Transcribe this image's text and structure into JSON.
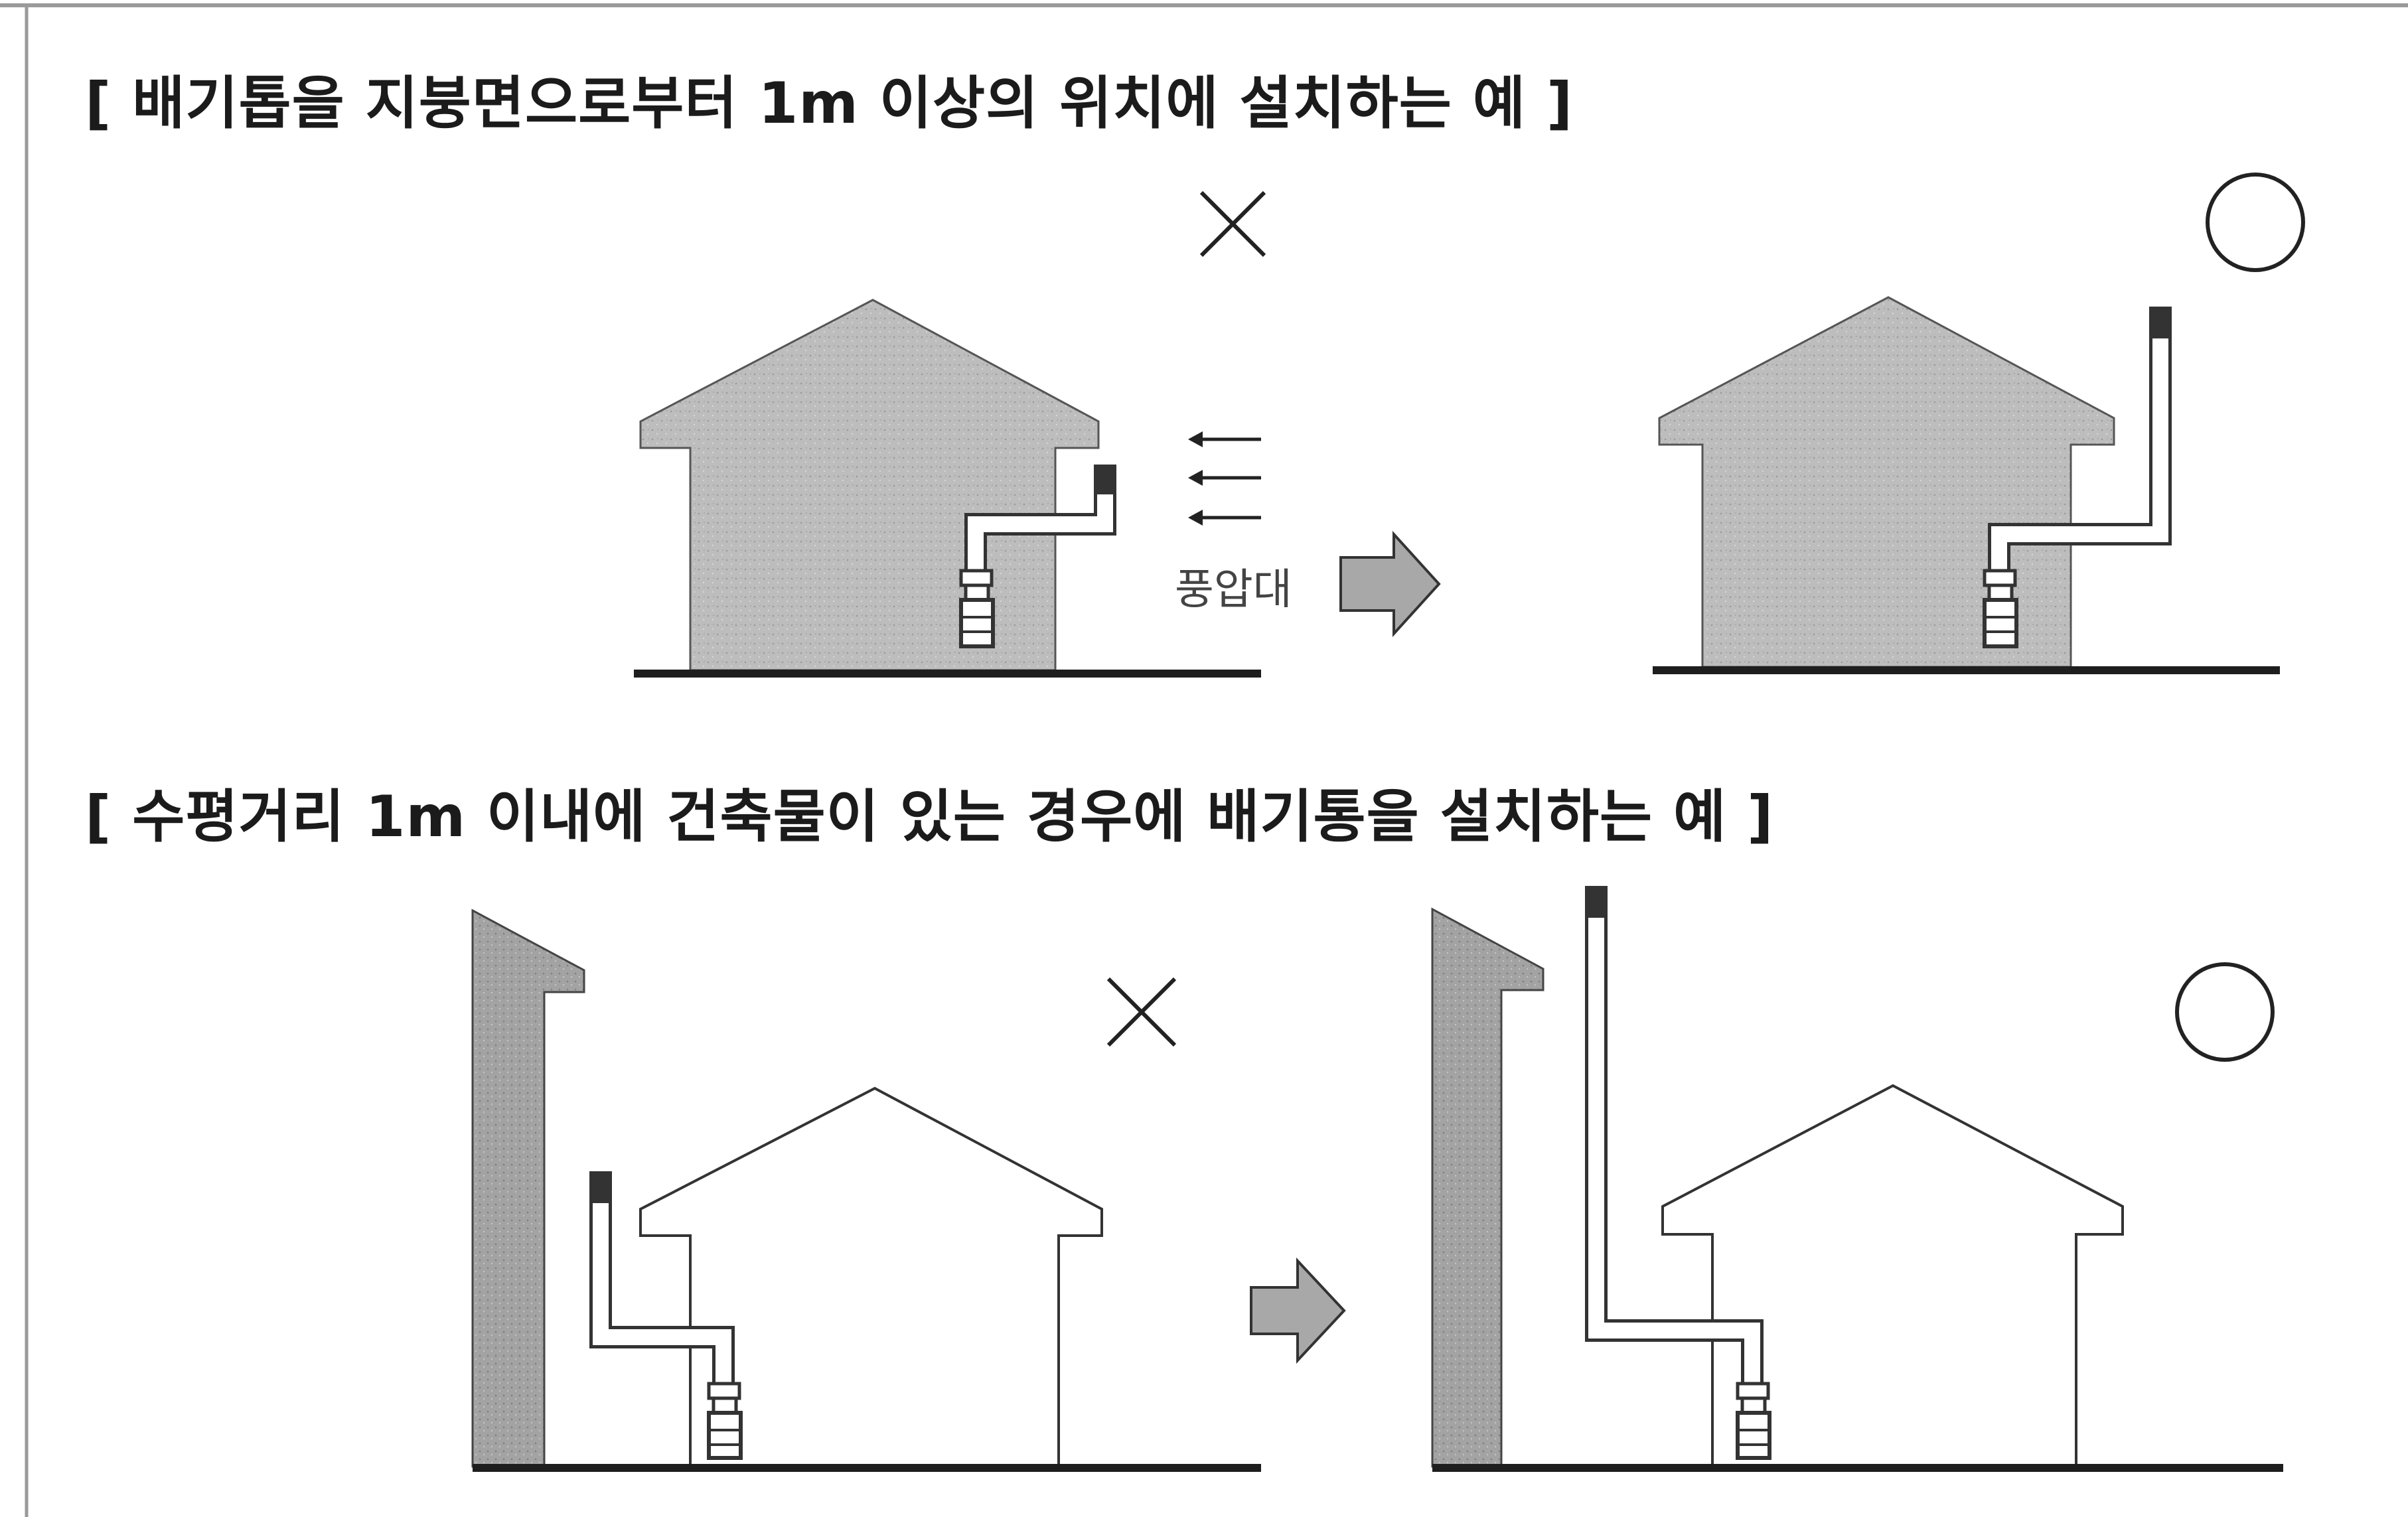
{
  "headings": {
    "top": "[ 배기톱을 지붕면으로부터 1m 이상의 위치에 설치하는 예 ]",
    "bottom": "[ 수평거리 1m 이내에 건축물이 있는 경우에 배기통을 설치하는 예 ]"
  },
  "labels": {
    "wind_pressure_zone": "풍압대"
  },
  "marks": {
    "wrong": "✕",
    "correct": "◯"
  },
  "colors": {
    "house_shaded": "#b9b9b9",
    "wall_shaded": "#9f9f9f",
    "line": "#1e1e1e",
    "arrow_fill": "#a8a8a8"
  }
}
